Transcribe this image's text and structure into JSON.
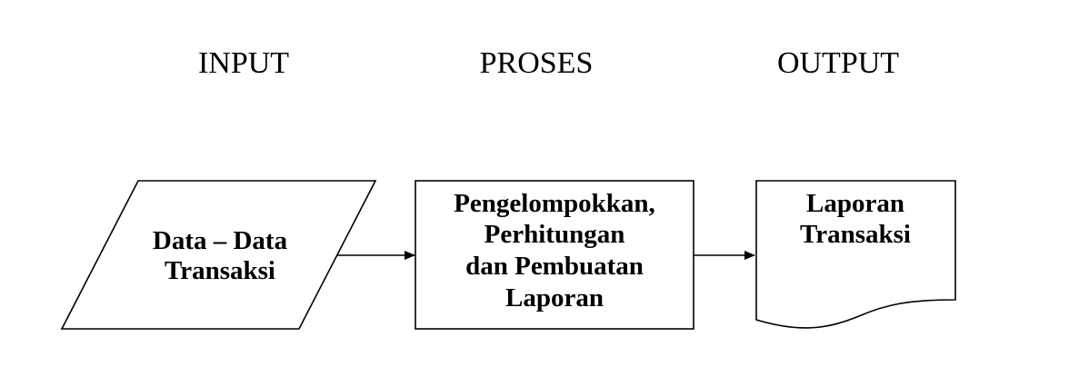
{
  "headers": {
    "input": "INPUT",
    "process": "PROSES",
    "output": "OUTPUT"
  },
  "input_box": {
    "lines": [
      "Data – Data",
      "Transaksi"
    ]
  },
  "process_box": {
    "lines": [
      "Pengelompokkan,",
      "Perhitungan",
      "dan Pembuatan",
      "Laporan"
    ]
  },
  "output_box": {
    "lines": [
      "Laporan",
      "Transaksi"
    ]
  }
}
